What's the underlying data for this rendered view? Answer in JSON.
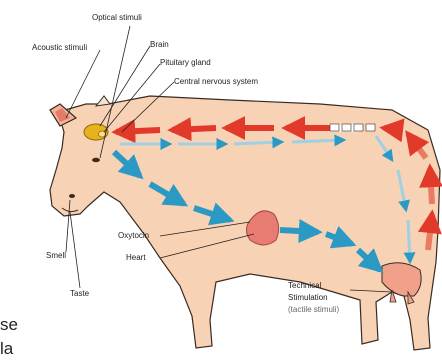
{
  "labels": {
    "optical": "Optical stimuli",
    "acoustic": "Acoustic stimuli",
    "brain": "Brain",
    "pituitary": "Pituitary gland",
    "cns": "Central nervous system",
    "oxytocin": "Oxytocin",
    "heart": "Heart",
    "smell": "Smell",
    "taste": "Taste",
    "technical_line1": "Technical",
    "technical_line2": "Stimulation",
    "technical_line3": "(tactile stimuli)"
  },
  "corner_text": {
    "line1": "se",
    "line2": "la"
  },
  "colors": {
    "cow_body": "#f8d2b4",
    "cow_outline": "#3a2a22",
    "nerve_arrow": "#e23a2a",
    "hormone_arrow": "#2a9ac4",
    "blood_vessel": "#f1a08a",
    "heart": "#e87c72",
    "brain": "#e9b11c"
  },
  "icons": {
    "brain": "brain-icon",
    "heart": "heart-icon",
    "udder": "udder-icon"
  }
}
